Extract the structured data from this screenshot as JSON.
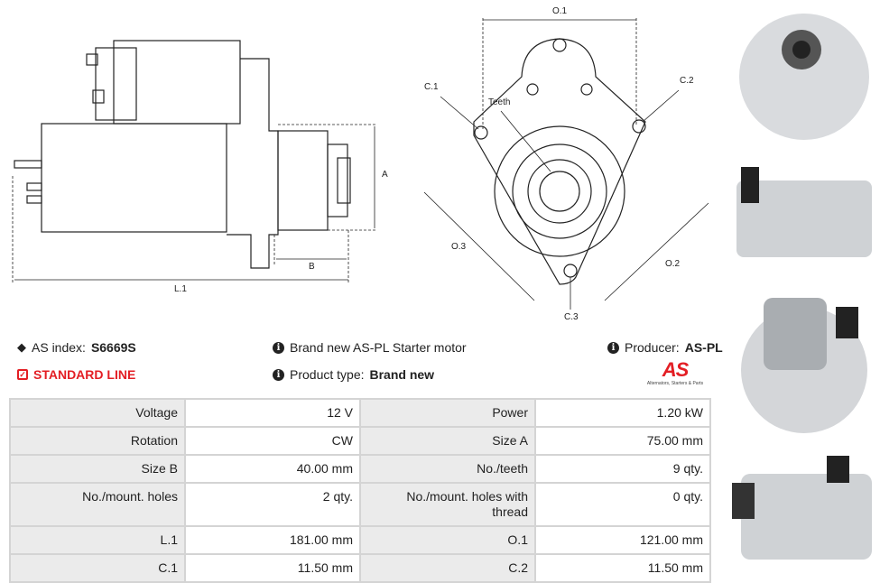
{
  "drawings": {
    "side_labels": {
      "a": "A",
      "b": "B",
      "l1": "L.1"
    },
    "front_labels": {
      "o1": "O.1",
      "o2": "O.2",
      "o3": "O.3",
      "c1": "C.1",
      "c2": "C.2",
      "c3": "C.3",
      "teeth": "Teeth"
    }
  },
  "info": {
    "as_index_label": "AS index:",
    "as_index_value": "S6669S",
    "line": "STANDARD LINE",
    "description": "Brand new AS-PL Starter motor",
    "product_type_label": "Product type:",
    "product_type_value": "Brand new",
    "producer_label": "Producer:",
    "producer_value": "AS-PL",
    "logo_text": "AS",
    "logo_tagline": "Alternators, Starters & Parts"
  },
  "colors": {
    "accent": "#e31e24"
  },
  "specs": [
    [
      {
        "label": "Voltage",
        "value": "12 V"
      },
      {
        "label": "Power",
        "value": "1.20 kW"
      }
    ],
    [
      {
        "label": "Rotation",
        "value": "CW"
      },
      {
        "label": "Size A",
        "value": "75.00 mm"
      }
    ],
    [
      {
        "label": "Size B",
        "value": "40.00 mm"
      },
      {
        "label": "No./teeth",
        "value": "9 qty."
      }
    ],
    [
      {
        "label": "No./mount. holes",
        "value": "2 qty."
      },
      {
        "label": "No./mount. holes with thread",
        "value": "0 qty."
      }
    ],
    [
      {
        "label": "L.1",
        "value": "181.00 mm"
      },
      {
        "label": "O.1",
        "value": "121.00 mm"
      }
    ],
    [
      {
        "label": "C.1",
        "value": "11.50 mm"
      },
      {
        "label": "C.2",
        "value": "11.50 mm"
      }
    ]
  ]
}
